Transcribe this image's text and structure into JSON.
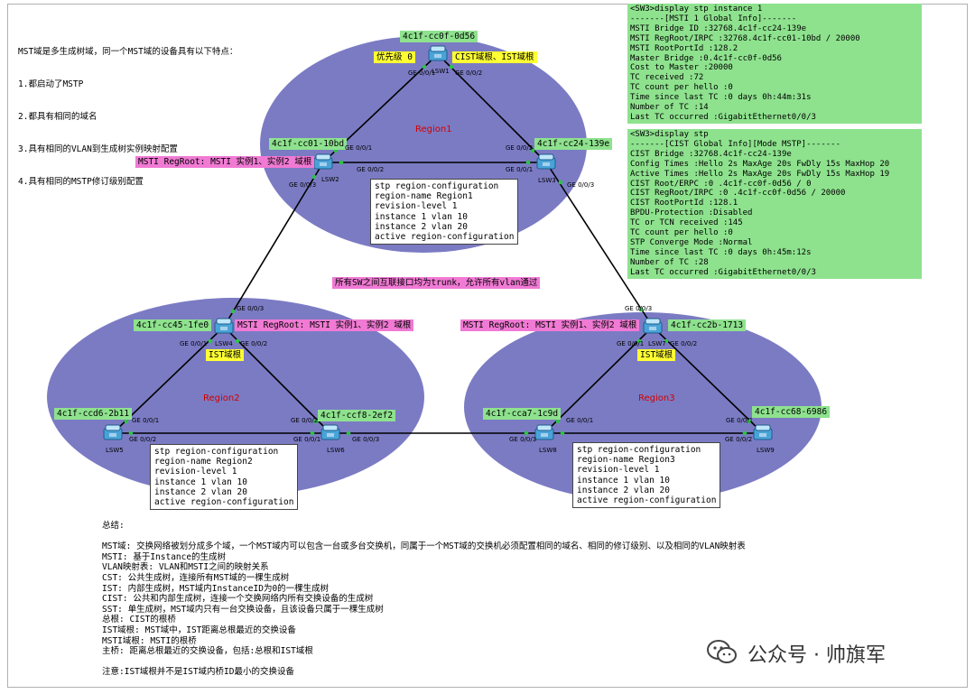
{
  "intro": {
    "lines": [
      "MST域是多生成树域，同一个MST域的设备具有以下特点：",
      "1.都启动了MSTP",
      "2.都具有相同的域名",
      "3.具有相同的VLAN到生成树实例映射配置",
      "4.具有相同的MSTP修订级别配置"
    ]
  },
  "regions": [
    {
      "label": "Region1"
    },
    {
      "label": "Region2"
    },
    {
      "label": "Region3"
    }
  ],
  "switches": {
    "lsw1": {
      "name": "LSW1",
      "mac": "4c1f-cc0f-0d56"
    },
    "lsw2": {
      "name": "LSW2",
      "mac": "4c1f-cc01-10bd"
    },
    "lsw3": {
      "name": "LSW3",
      "mac": "4c1f-cc24-139e"
    },
    "lsw4": {
      "name": "LSW4",
      "mac": "4c1f-cc45-1fe0"
    },
    "lsw5": {
      "name": "LSW5",
      "mac": "4c1f-ccd6-2b11"
    },
    "lsw6": {
      "name": "LSW6",
      "mac": "4c1f-ccf8-2ef2"
    },
    "lsw7": {
      "name": "LSW7",
      "mac": "4c1f-cc2b-1713"
    },
    "lsw8": {
      "name": "LSW8",
      "mac": "4c1f-cca7-1c9d"
    },
    "lsw9": {
      "name": "LSW9",
      "mac": "4c1f-cc68-6986"
    }
  },
  "tags": {
    "priority": "优先级 0",
    "cist_root": "CIST域根、IST域根",
    "msti_regroot_lsw2": "MSTI RegRoot: MSTI 实例1、实例2 域根",
    "msti_regroot_lsw4": "MSTI RegRoot: MSTI 实例1、实例2 域根",
    "msti_regroot_lsw7": "MSTI RegRoot: MSTI 实例1、实例2 域根",
    "ist_root_lsw4": "IST域根",
    "ist_root_lsw7": "IST域根",
    "trunk_note": "所有SW之间互联接口均为trunk，允许所有vlan通过"
  },
  "ports": {
    "p1": "GE 0/0/1",
    "p2": "GE 0/0/2",
    "p3": "GE 0/0/1",
    "p4": "GE 0/0/2",
    "p5": "GE 0/0/2",
    "p6": "GE 0/0/1",
    "p7": "GE 0/0/3",
    "p8": "GE 0/0/3",
    "p9": "GE 0/0/3",
    "p10": "GE 0/0/1",
    "p11": "GE 0/0/2",
    "p12": "GE 0/0/1",
    "p13": "GE 0/0/2",
    "p14": "GE 0/0/2",
    "p15": "GE 0/0/1",
    "p16": "GE 0/0/3",
    "p17": "GE 0/0/3",
    "p18": "GE 0/0/1",
    "p19": "GE 0/0/2",
    "p20": "GE 0/0/1",
    "p21": "GE 0/0/1",
    "p22": "GE 0/0/3",
    "p23": "GE 0/0/2"
  },
  "configs": {
    "region1": [
      "stp region-configuration",
      " region-name Region1",
      " revision-level 1",
      " instance 1 vlan 10",
      " instance 2 vlan 20",
      " active region-configuration"
    ],
    "region2": [
      "stp region-configuration",
      " region-name Region2",
      " revision-level 1",
      " instance 1 vlan 10",
      " instance 2 vlan 20",
      " active region-configuration"
    ],
    "region3": [
      "stp region-configuration",
      " region-name Region3",
      " revision-level 1",
      " instance 1 vlan 10",
      " instance 2 vlan 20",
      " active region-configuration"
    ]
  },
  "cli_instance": [
    "<SW3>display stp instance 1",
    "-------[MSTI 1 Global Info]-------",
    "MSTI Bridge ID      :32768.4c1f-cc24-139e",
    "MSTI RegRoot/IRPC   :32768.4c1f-cc01-10bd / 20000",
    "MSTI RootPortId     :128.2",
    "Master Bridge       :0.4c1f-cc0f-0d56",
    "Cost to Master      :20000",
    "TC received         :72",
    "TC count per hello  :0",
    "Time since last TC  :0 days 0h:44m:31s",
    "Number of TC        :14",
    "Last TC occurred    :GigabitEthernet0/0/3"
  ],
  "cli_stp": [
    "<SW3>display stp",
    "-------[CIST Global Info][Mode MSTP]-------",
    "CIST Bridge         :32768.4c1f-cc24-139e",
    "Config Times        :Hello 2s MaxAge 20s FwDly 15s MaxHop 20",
    "Active Times        :Hello 2s MaxAge 20s FwDly 15s MaxHop 19",
    "CIST Root/ERPC      :0    .4c1f-cc0f-0d56 / 0",
    "CIST RegRoot/IRPC   :0    .4c1f-cc0f-0d56 / 20000",
    "CIST RootPortId     :128.1",
    "BPDU-Protection     :Disabled",
    "TC or TCN received  :145",
    "TC count per hello  :0",
    "STP Converge Mode   :Normal",
    "Time since last TC  :0 days 0h:45m:12s",
    "Number of TC        :28",
    "Last TC occurred    :GigabitEthernet0/0/3"
  ],
  "summary": [
    "总结:",
    "",
    "MST域: 交换网络被划分成多个域，一个MST域内可以包含一台或多台交换机，同属于一个MST域的交换机必须配置相同的域名、相同的修订级别、以及相同的VLAN映射表",
    "MSTI:  基于Instance的生成树",
    "VLAN映射表: VLAN和MSTI之间的映射关系",
    "CST: 公共生成树，连接所有MST域的一棵生成树",
    "IST: 内部生成树，MST域内InstanceID为0的一棵生成树",
    "CIST: 公共和内部生成树，连接一个交换网络内所有交换设备的生成树",
    "SST: 单生成树，MST域内只有一台交换设备，且该设备只属于一棵生成树",
    "总根: CIST的根桥",
    "IST域根: MST域中，IST距离总根最近的交换设备",
    "MSTI域根: MSTI的根桥",
    "主桥: 距离总根最近的交换设备，包括:总根和IST域根",
    "",
    "注意:IST域根并不是IST域内桥ID最小的交换设备"
  ],
  "watermark": "公众号 · 帅旗军",
  "colors": {
    "region_fill": "#7b7bc4",
    "mac_label": "#8ee28e",
    "yellow_tag": "#ffff33",
    "pink_tag": "#f07ad4",
    "link": "#000000",
    "port_dot": "#2ec24a"
  }
}
